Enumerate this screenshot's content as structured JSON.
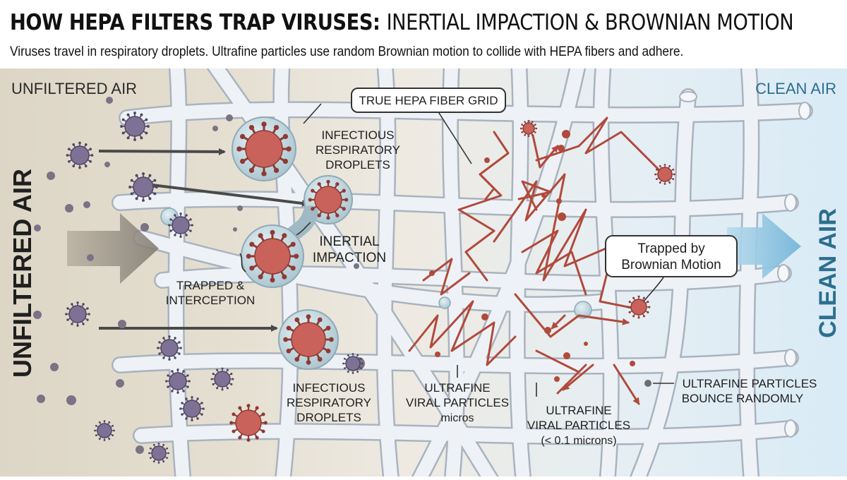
{
  "header": {
    "title_bold": "HOW HEPA FILTERS TRAP VIRUSES:",
    "title_light": "INERTIAL IMPACTION & BROWNIAN MOTION",
    "subtitle": "Viruses travel in respiratory droplets. Ultrafine particles use random Brownian motion to collide with HEPA fibers and adhere."
  },
  "regions": {
    "unfiltered_top": "UNFILTERED AIR",
    "unfiltered_side": "UNFILTERED AIR",
    "clean_top": "CLEAN AIR",
    "clean_side": "CLEAN AIR"
  },
  "labels": {
    "fiber_grid": "TRUE HEPA FIBER GRID",
    "droplets_top": [
      "INFECTIOUS",
      "RESPIRATORY",
      "DROPLETS"
    ],
    "inertial": [
      "INERTIAL",
      "IMPACTION"
    ],
    "interception": [
      "TRAPPED &",
      "INTERCEPTION"
    ],
    "droplets_bottom": [
      "INFECTIOUS",
      "RESPIRATORY",
      "DROPLETS"
    ],
    "ultrafine_micros": [
      "ULTRAFINE",
      "VIRAL PARTICLES",
      "micros"
    ],
    "ultrafine_size": [
      "ULTRAFINE",
      "VIRAL PARTICLES",
      "(< 0.1 microns)"
    ],
    "bounce": [
      "ULTRAFINE PARTICLES",
      "BOUNCE RANDOMLY"
    ],
    "brownian": [
      "Trapped by",
      "Brownian Motion"
    ]
  },
  "colors": {
    "unfiltered_bg": "#ddd6c6",
    "clean_bg": "#dfeef7",
    "fiber": "#eef2f6",
    "fiber_stroke": "#a9b3bf",
    "virus_purple": "#7d7296",
    "virus_red": "#c9625a",
    "path_red": "#b04a3c",
    "clean_text": "#2d6e8e",
    "dark_text": "#2a2a2a"
  }
}
